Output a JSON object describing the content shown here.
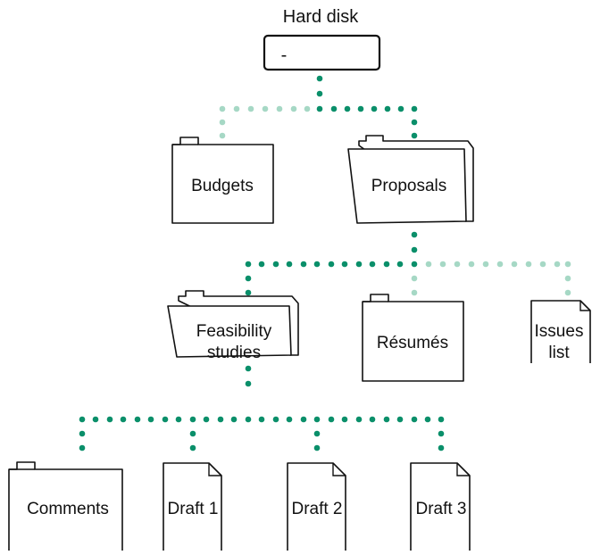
{
  "root": {
    "title": "Hard disk",
    "field_text": "-"
  },
  "level1": {
    "budgets": "Budgets",
    "proposals": "Proposals"
  },
  "level2": {
    "feasibility_line1": "Feasibility",
    "feasibility_line2": "studies",
    "resumes": "Résumés",
    "issues_line1": "Issues",
    "issues_line2": "list"
  },
  "level3": {
    "comments": "Comments",
    "draft1": "Draft 1",
    "draft2": "Draft 2",
    "draft3": "Draft 3"
  },
  "colors": {
    "active_path": "#0a8f6a",
    "inactive_path": "#a6d8c5",
    "outline": "#111111"
  },
  "icons": {
    "folder": "folder-icon",
    "open_folder": "open-folder-icon",
    "document": "document-icon",
    "disk": "hard-disk-icon"
  }
}
